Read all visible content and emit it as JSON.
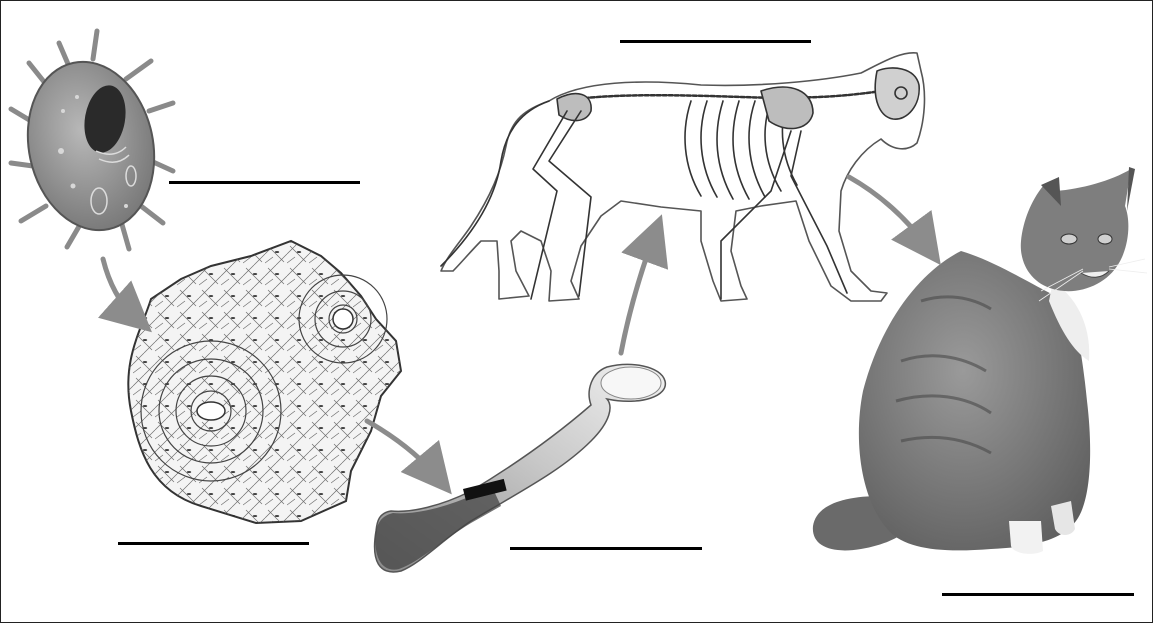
{
  "diagram": {
    "stages": [
      {
        "id": "cell",
        "icon": "cell-icon",
        "answer": ""
      },
      {
        "id": "tissue",
        "icon": "bone-tissue-icon",
        "answer": ""
      },
      {
        "id": "organ",
        "icon": "bone-icon",
        "answer": ""
      },
      {
        "id": "system",
        "icon": "skeleton-icon",
        "answer": ""
      },
      {
        "id": "organism",
        "icon": "cat-icon",
        "answer": ""
      }
    ],
    "colors": {
      "ink": "#111111",
      "mid": "#777777",
      "light": "#d8d8d8",
      "dark": "#2a2a2a"
    }
  }
}
